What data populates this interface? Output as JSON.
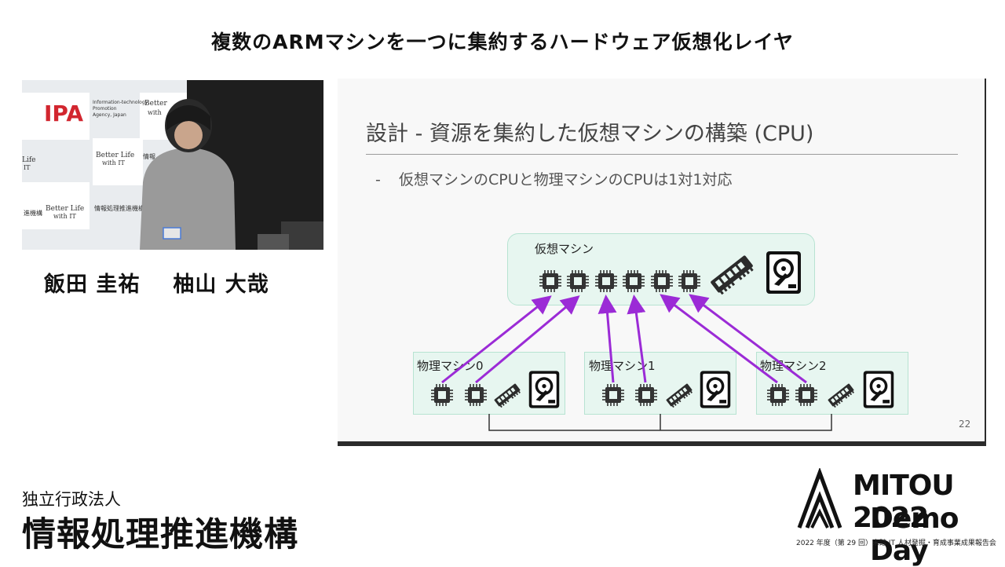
{
  "header": {
    "title": "複数のARMマシンを一つに集約するハードウェア仮想化レイヤ"
  },
  "video": {
    "ipa_logo": "IPA",
    "banner_line1": "Information-technology",
    "banner_line2": "Promotion",
    "banner_line3": "Agency, Japan",
    "better_life_1": "Better",
    "better_life_2": "with",
    "better_life_3": "Better Life",
    "better_life_4": "with IT",
    "better_life_5": "Better Life",
    "better_life_6": "with IT",
    "better_life_7": "Life",
    "better_life_8": "IT",
    "jp_banner": "情報処理推進機構",
    "jp_banner_2": "進機構",
    "jp_banner_3": "情報"
  },
  "speakers": [
    "飯田 圭祐",
    "柚山 大哉"
  ],
  "slide": {
    "title": "設計 - 資源を集約した仮想マシンの構築 (CPU)",
    "bullet_dash": "-",
    "bullet": "仮想マシンのCPUと物理マシンのCPUは1対1対応",
    "page_number": "22",
    "virtual_machine_label": "仮想マシン",
    "physical_machines": [
      "物理マシン0",
      "物理マシン1",
      "物理マシン2"
    ]
  },
  "footer": {
    "org_small": "独立行政法人",
    "org_big": "情報処理推進機構",
    "mitou_line1": "MITOU 2022",
    "mitou_line2": "Demo Day",
    "caption": "2022 年度（第 29 回）未踏 IT 人材発掘・育成事業成果報告会"
  },
  "colors": {
    "arrow": "#9b2bd6",
    "box_fill": "#e7f6f0",
    "box_border": "#b7e3d2"
  }
}
